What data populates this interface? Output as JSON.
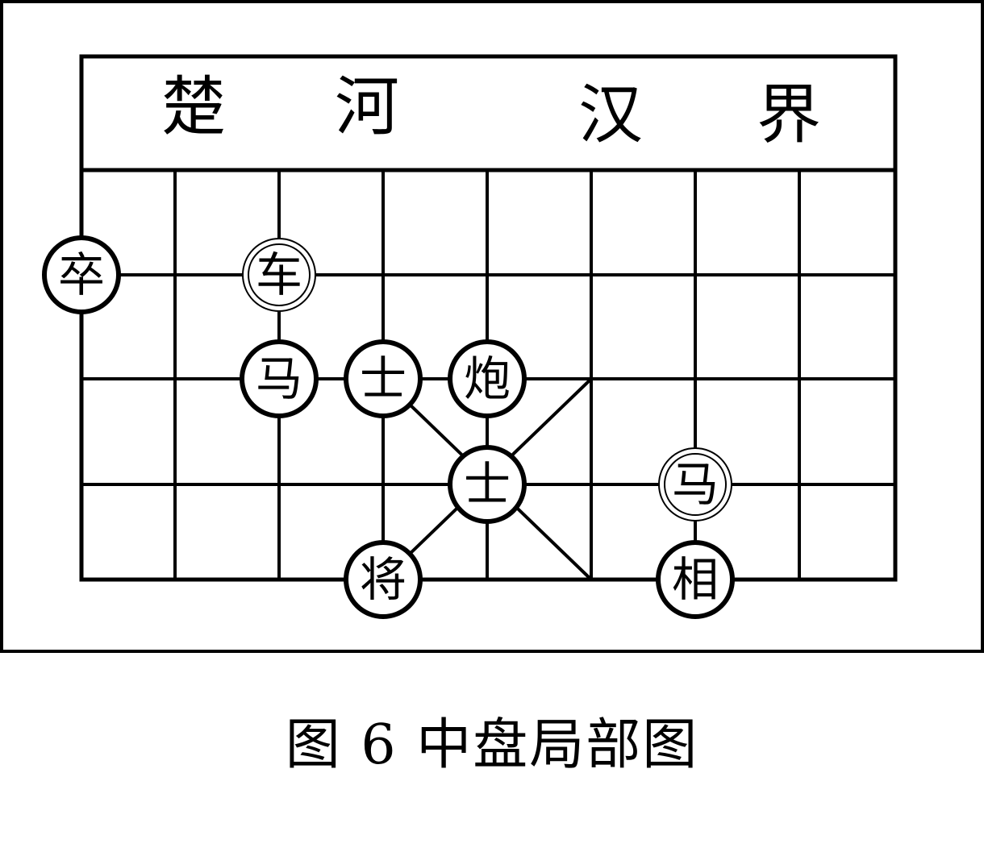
{
  "river": {
    "left_1": "楚",
    "left_2": "河",
    "right_1": "汉",
    "right_2": "界"
  },
  "pieces": [
    {
      "label": "卒",
      "file": 0,
      "rank": 1,
      "style": "single",
      "name": "piece-zu"
    },
    {
      "label": "车",
      "file": 2,
      "rank": 1,
      "style": "double",
      "name": "piece-che"
    },
    {
      "label": "马",
      "file": 2,
      "rank": 2,
      "style": "single",
      "name": "piece-ma-black"
    },
    {
      "label": "士",
      "file": 3,
      "rank": 2,
      "style": "single",
      "name": "piece-shi-upper"
    },
    {
      "label": "炮",
      "file": 4,
      "rank": 2,
      "style": "single",
      "name": "piece-pao"
    },
    {
      "label": "士",
      "file": 4,
      "rank": 3,
      "style": "single",
      "name": "piece-shi-center"
    },
    {
      "label": "马",
      "file": 6,
      "rank": 3,
      "style": "double",
      "name": "piece-ma-red"
    },
    {
      "label": "将",
      "file": 3,
      "rank": 4,
      "style": "single",
      "name": "piece-jiang"
    },
    {
      "label": "相",
      "file": 6,
      "rank": 4,
      "style": "single",
      "name": "piece-xiang"
    }
  ],
  "caption": "图 6  中盘局部图"
}
